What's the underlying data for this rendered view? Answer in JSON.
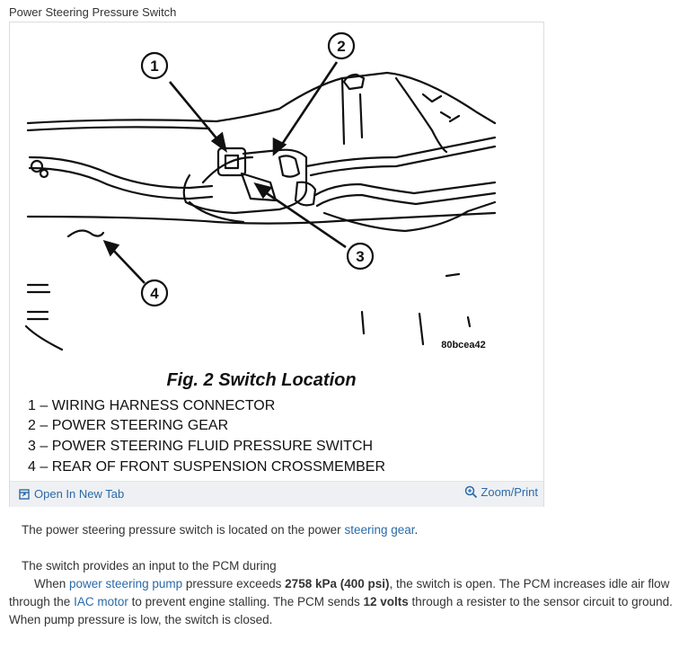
{
  "caption": "Power Steering Pressure Switch",
  "figure": {
    "callouts": [
      "1",
      "2",
      "3",
      "4"
    ],
    "code": "80bcea42",
    "title": "Fig. 2 Switch Location",
    "legend": [
      "1 – WIRING HARNESS CONNECTOR",
      "2 – POWER STEERING GEAR",
      "3 – POWER STEERING FLUID PRESSURE SWITCH",
      "4 – REAR OF FRONT SUSPENSION CROSSMEMBER"
    ],
    "open_tab_label": "Open In New Tab",
    "zoom_label": "Zoom/Print"
  },
  "para1": {
    "text_before": "The power steering pressure switch is located on the power ",
    "link": "steering gear",
    "text_after": "."
  },
  "para2": {
    "line1": "The switch provides an input to the PCM during",
    "p1": "When ",
    "link1": "power steering pump",
    "p2": " pressure exceeds ",
    "bold1": "2758 kPa (400 psi)",
    "p3": ", the switch is open. The PCM increases idle air flow through the ",
    "link2": "IAC motor",
    "p4": " to prevent engine stalling. The PCM sends ",
    "bold2": "12 volts",
    "p5": " through a resister to the sensor circuit to ground. When pump pressure is low, the switch is closed."
  },
  "icons": {
    "open_tab": "external-window-icon",
    "zoom": "magnifier-plus-icon"
  },
  "colors": {
    "link": "#2a6aa8",
    "footer_bg": "#eef0f3",
    "border": "#d9dde3"
  }
}
